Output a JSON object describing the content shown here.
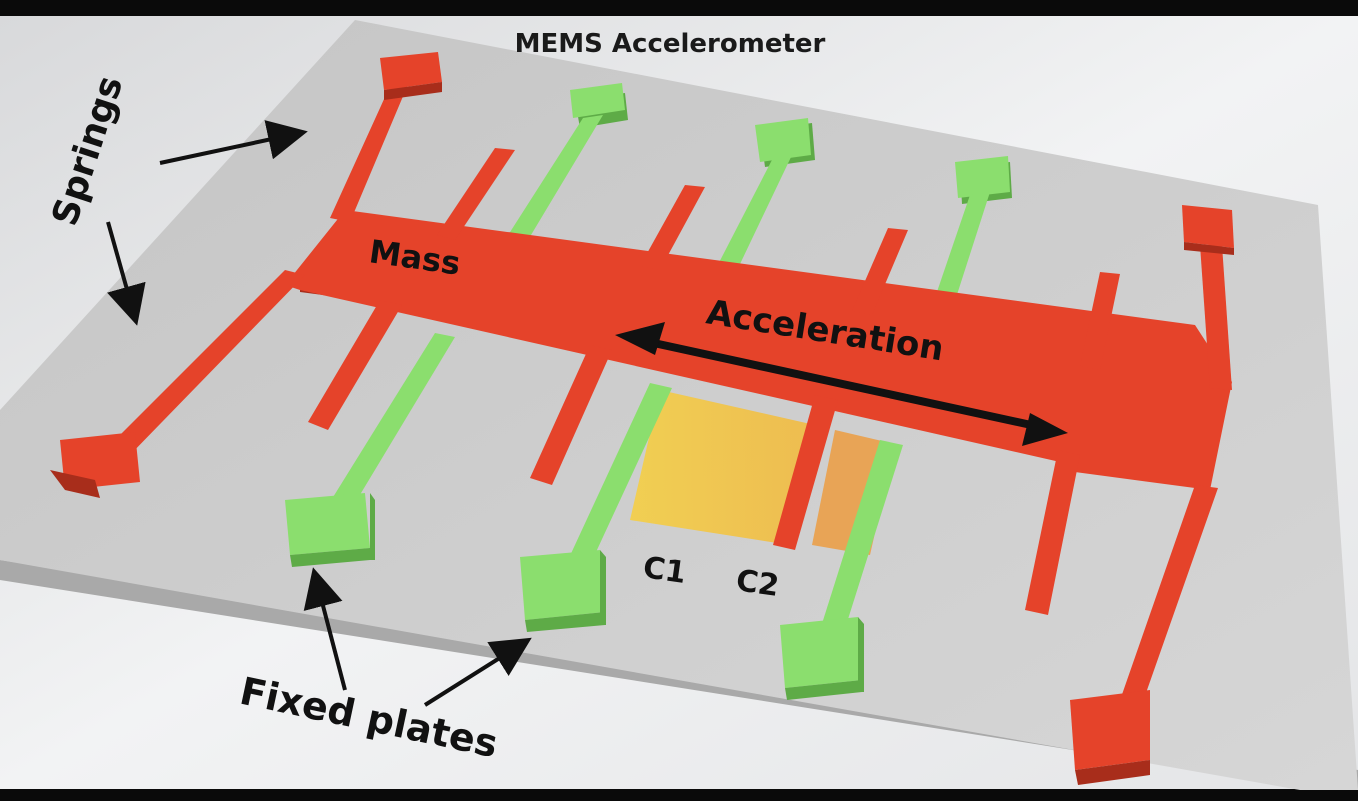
{
  "diagram": {
    "title": "MEMS Accelerometer",
    "labels": {
      "springs": "Springs",
      "mass": "Mass",
      "acceleration": "Acceleration",
      "fixed_plates": "Fixed plates",
      "c1": "C1",
      "c2": "C2"
    },
    "colors": {
      "background_bar": "#0a0a0a",
      "scene": "#e6e7e9",
      "substrate_top": "#c9c9c9",
      "substrate_side": "#a9a9a9",
      "mass_red": "#e5432a",
      "mass_red_side": "#a82d1b",
      "plate_green": "#8bde6e",
      "plate_green_side": "#5eab47",
      "capacitor_yellow": "#f5c63a",
      "capacitor_orange": "#f0962e",
      "text": "#111111"
    }
  }
}
